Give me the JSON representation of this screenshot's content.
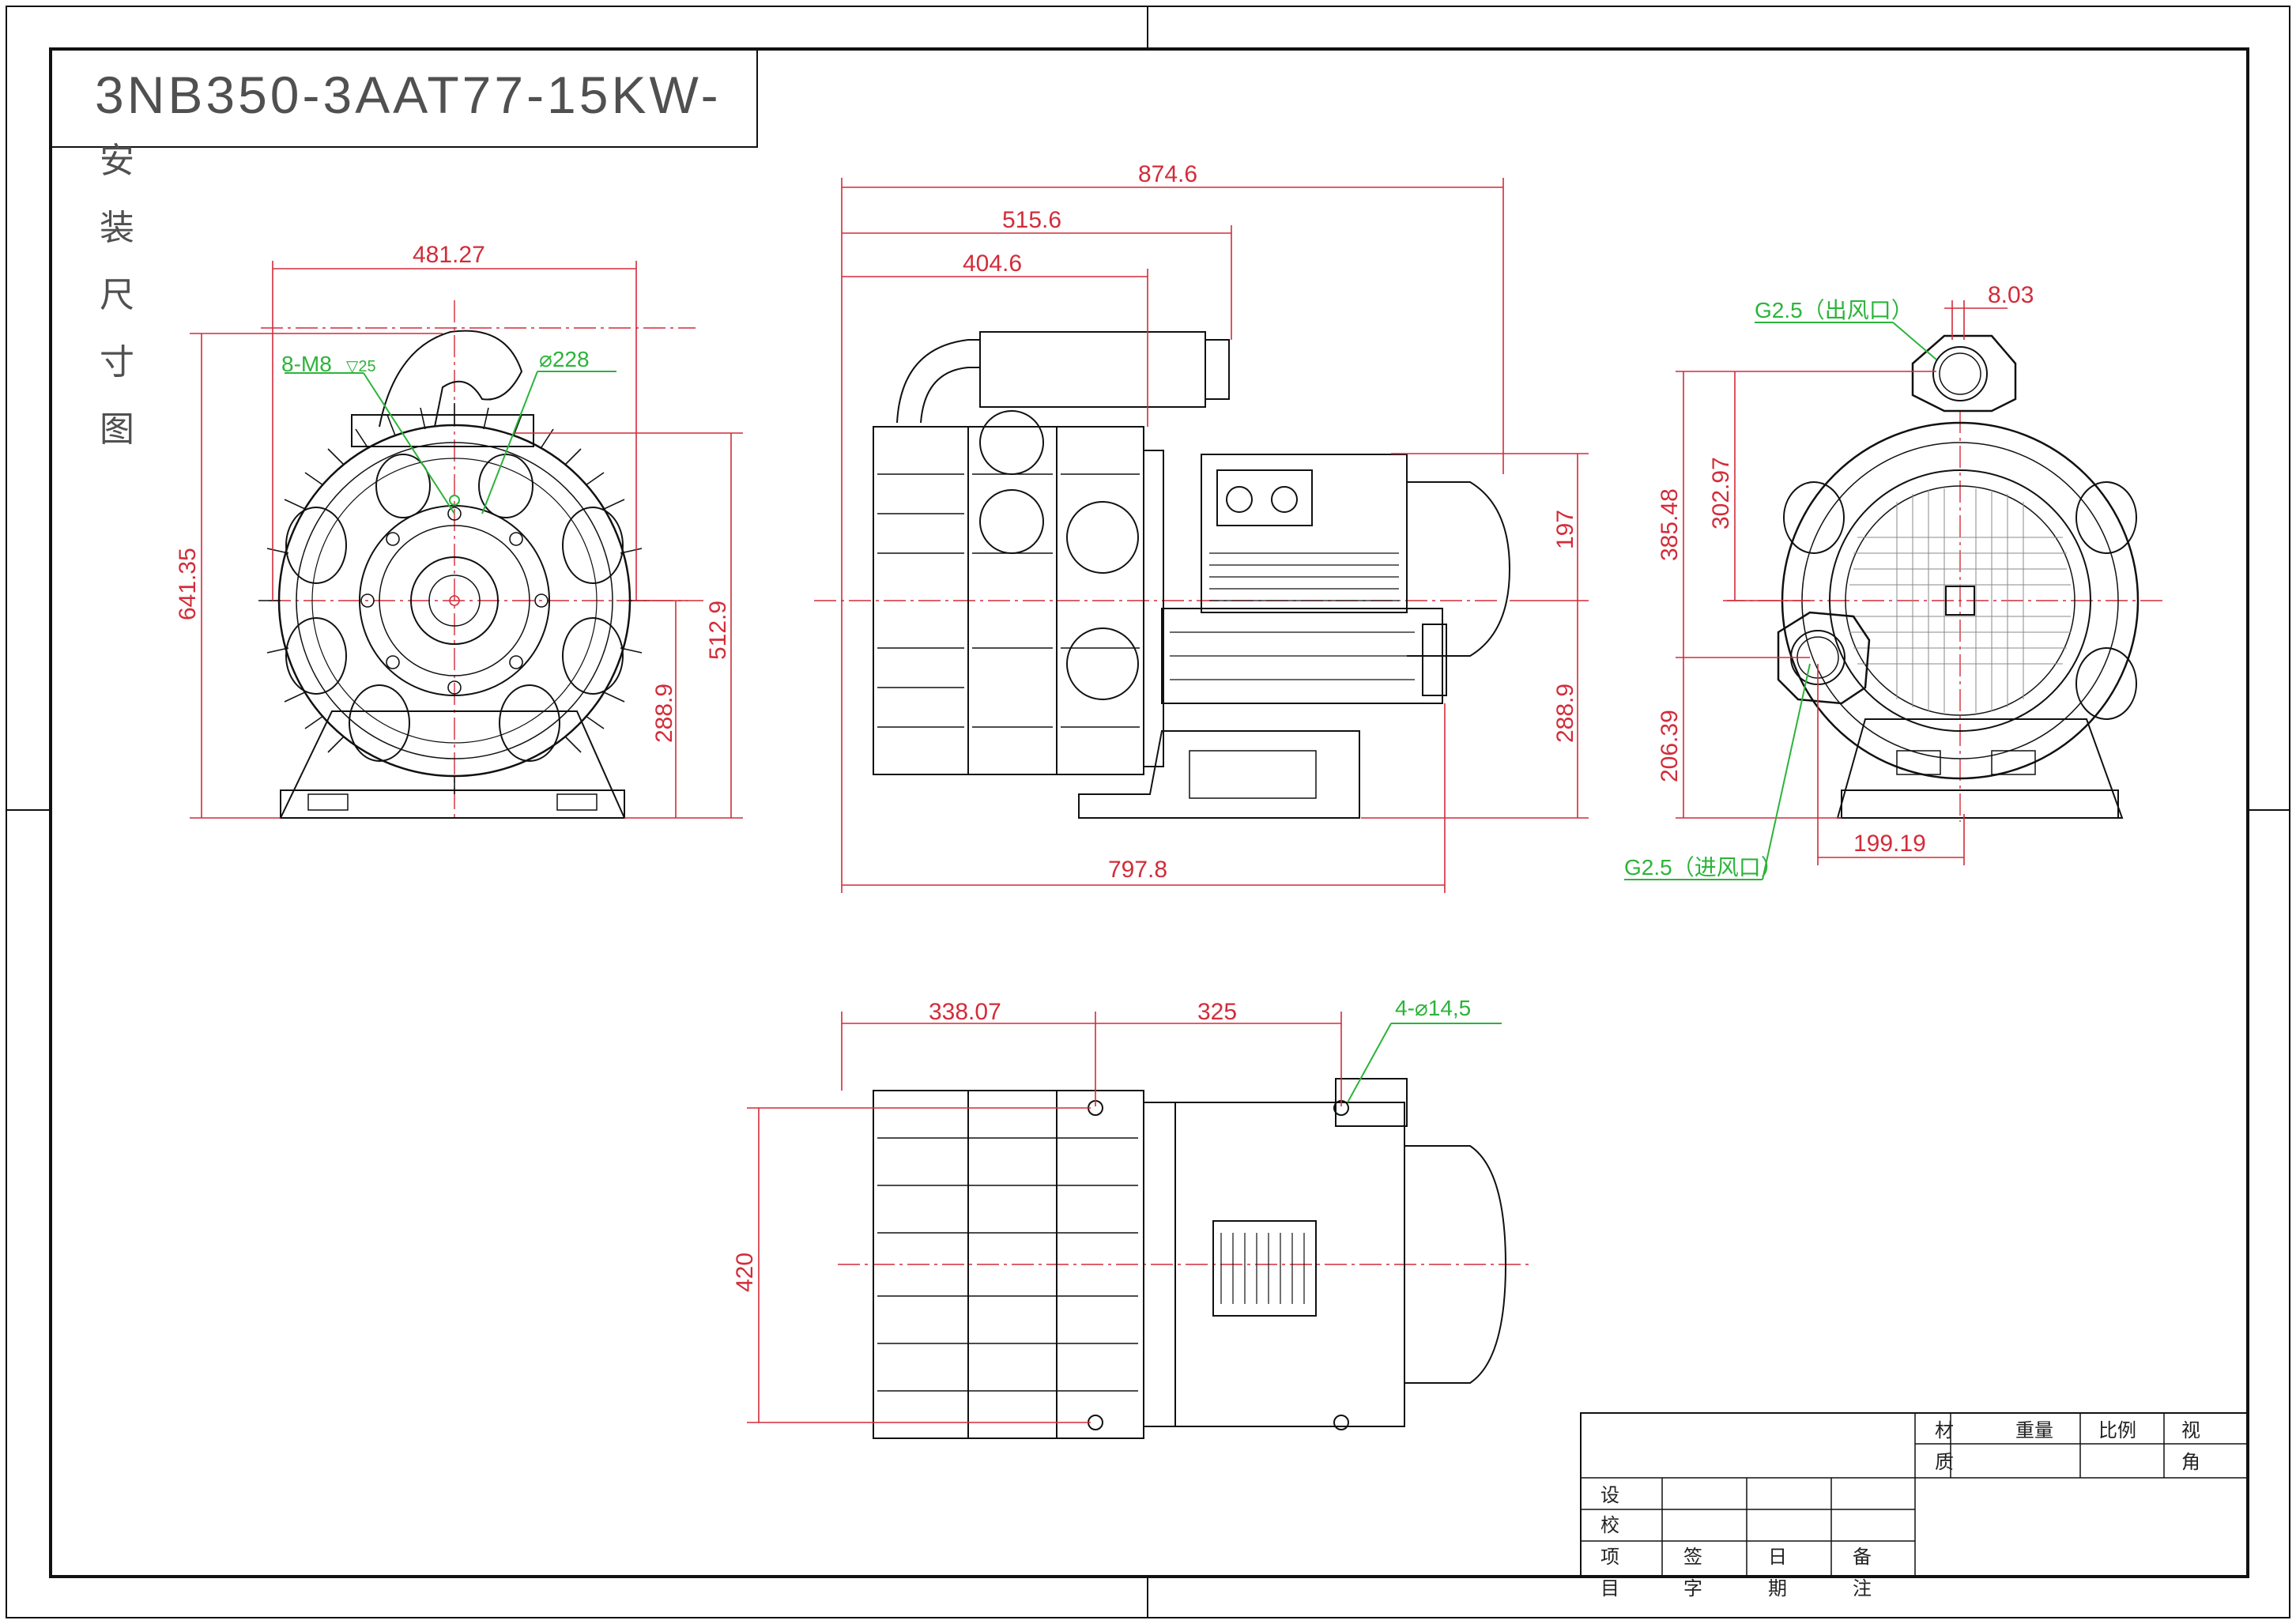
{
  "title": "3NB350-3AAT77-15KW-",
  "subtitle_chars": [
    "安",
    "装",
    "尺",
    "寸",
    "图"
  ],
  "views": {
    "left": {
      "dims": {
        "width": "481.27",
        "height": "641.35",
        "flange_h": "512.9",
        "center_h": "288.9"
      },
      "callouts": {
        "bolts": "8-M8",
        "bolt_depth": "▽25",
        "flange_dia": "⌀228"
      }
    },
    "front": {
      "dims": {
        "total": "874.6",
        "d515": "515.6",
        "d404": "404.6",
        "base": "797.8",
        "upper": "197",
        "center_h": "288.9"
      }
    },
    "right": {
      "dims": {
        "offset": "8.03",
        "h385": "385.48",
        "h302": "302.97",
        "h206": "206.39",
        "w199": "199.19"
      },
      "callouts": {
        "outlet": "G2.5（出风口）",
        "inlet": "G2.5（进风口）"
      }
    },
    "top": {
      "dims": {
        "d338": "338.07",
        "d325": "325",
        "d420": "420"
      },
      "callouts": {
        "holes": "4-⌀14,5"
      }
    }
  },
  "title_block": {
    "material": "材",
    "quality": "质",
    "weight": "重量",
    "scale": "比例",
    "view": "视",
    "view_sub": "角",
    "design": "设",
    "check": "校",
    "item": "项",
    "item2": "目",
    "sign": "签",
    "sign2": "字",
    "date": "日",
    "date2": "期",
    "remark": "备",
    "remark2": "注"
  }
}
